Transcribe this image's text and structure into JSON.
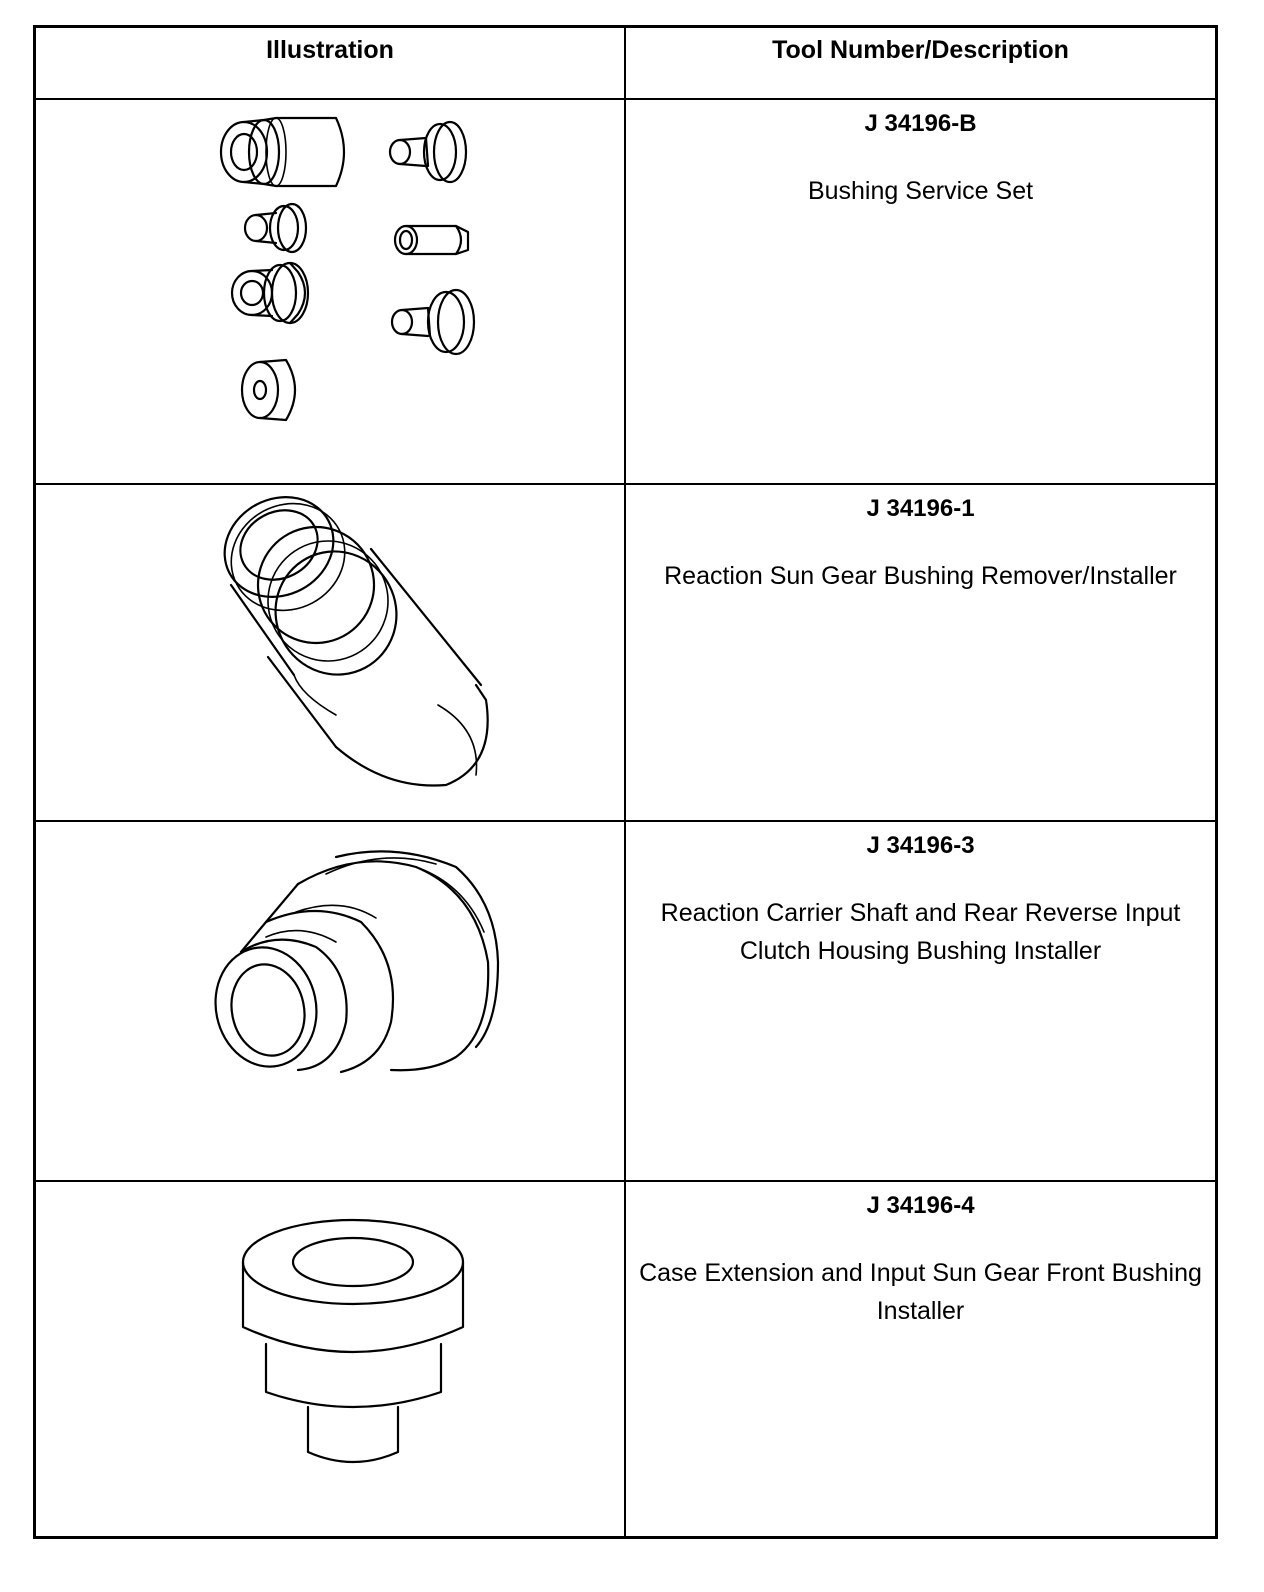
{
  "table": {
    "headers": {
      "illustration": "Illustration",
      "tool": "Tool Number/Description"
    },
    "rows": [
      {
        "number": "J 34196-B",
        "description": "Bushing Service Set",
        "illustration_icon": "bushing-service-set-icon"
      },
      {
        "number": "J 34196-1",
        "description": "Reaction Sun Gear Bushing Remover/Installer",
        "illustration_icon": "sun-gear-bushing-tool-icon"
      },
      {
        "number": "J 34196-3",
        "description": "Reaction Carrier Shaft and Rear Reverse Input Clutch Housing Bushing Installer",
        "illustration_icon": "carrier-shaft-bushing-installer-icon"
      },
      {
        "number": "J 34196-4",
        "description": "Case Extension and Input Sun Gear Front Bushing Installer",
        "illustration_icon": "case-extension-bushing-installer-icon"
      }
    ]
  }
}
